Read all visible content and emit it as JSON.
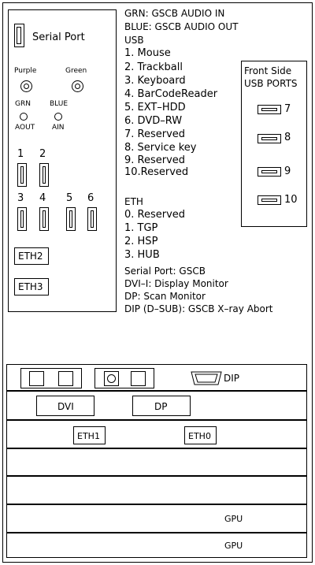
{
  "legend": {
    "grn_line": "GRN:  GSCB  AUDIO  IN",
    "blue_line": "BLUE:  GSCB  AUDIO  OUT",
    "usb_title": "USB",
    "usb_items": [
      "1. Mouse",
      "2. Trackball",
      "3. Keyboard",
      "4. BarCodeReader",
      "5. EXT–HDD",
      "6. DVD–RW",
      "7. Reserved",
      "8. Service key",
      "9. Reserved",
      "10.Reserved"
    ],
    "eth_title": "ETH",
    "eth_items": [
      "0. Reserved",
      "1. TGP",
      "2. HSP",
      "3. HUB"
    ],
    "notes": [
      "Serial Port: GSCB",
      "DVI–I:  Display Monitor",
      "DP:  Scan Monitor",
      "DIP (D–SUB):  GSCB X–ray Abort"
    ]
  },
  "left_panel": {
    "serial_port": "Serial Port",
    "purple": "Purple",
    "green": "Green",
    "grn": "GRN",
    "blue": "BLUE",
    "aout": "AOUT",
    "ain": "AIN",
    "usb_numbers": [
      "1",
      "2",
      "3",
      "4",
      "5",
      "6"
    ],
    "eth2": "ETH2",
    "eth3": "ETH3"
  },
  "front_side": {
    "title_line1": "Front Side",
    "title_line2": "USB PORTS",
    "ports": [
      "7",
      "8",
      "9",
      "10"
    ]
  },
  "rear": {
    "dip": "DIP",
    "dvi": "DVI",
    "dp": "DP",
    "eth1": "ETH1",
    "eth0": "ETH0",
    "gpu1": "GPU",
    "gpu2": "GPU"
  }
}
